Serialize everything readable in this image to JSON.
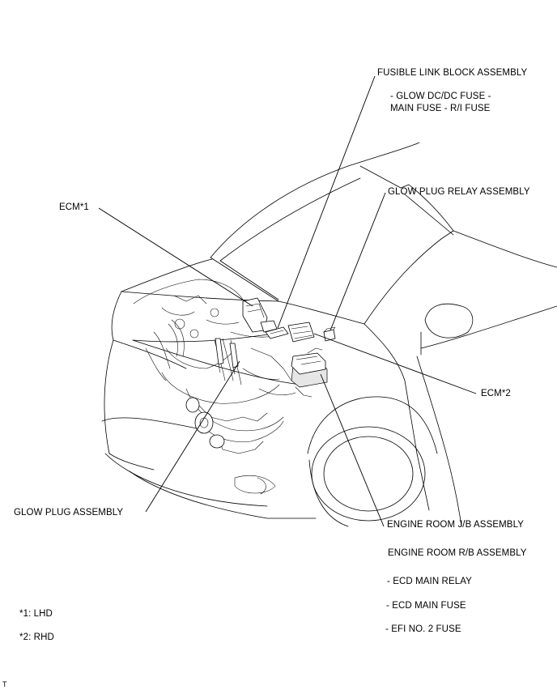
{
  "labels": {
    "fusible_link_block": "FUSIBLE LINK BLOCK ASSEMBLY",
    "fusible_sub_1": "- GLOW DC/DC FUSE -",
    "fusible_sub_2": "MAIN FUSE - R/I FUSE",
    "glow_plug_relay": "GLOW PLUG RELAY ASSEMBLY",
    "ecm1": "ECM*1",
    "ecm2": "ECM*2",
    "glow_plug": "GLOW PLUG ASSEMBLY",
    "engine_room_jb": "ENGINE ROOM J/B ASSEMBLY",
    "engine_room_rb": "ENGINE ROOM R/B ASSEMBLY",
    "ecd_main_relay": "- ECD MAIN RELAY",
    "ecd_main_fuse": "- ECD MAIN FUSE",
    "efi_no2_fuse": "- EFI NO. 2 FUSE"
  },
  "notes": {
    "lhd": "*1: LHD",
    "rhd": "*2: RHD"
  },
  "corner_mark": "T",
  "icons": {
    "vehicle": "car-front-three-quarter-illustration",
    "engine": "engine-compartment-illustration"
  }
}
